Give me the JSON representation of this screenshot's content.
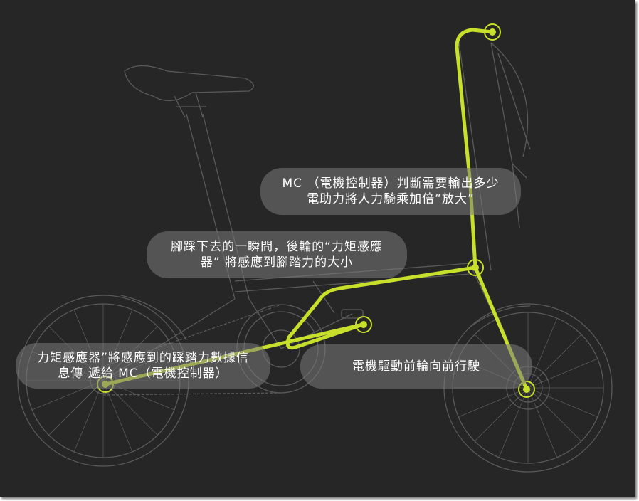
{
  "annotations": {
    "mc": {
      "line1": "MC （電機控制器）判斷需要輸出多少",
      "line2": "電助力將人力騎乘加倍“放大”"
    },
    "pedal": {
      "line1": "腳踩下去的一瞬間，後輪的“力矩感應",
      "line2": "器” 將感應到腳踏力的大小"
    },
    "sensor": {
      "line1": "力矩感應器”將感應到的踩踏力數據信",
      "line2": "息傳 遞給 MC（電機控制器）"
    },
    "motor": {
      "line1": "電機驅動前輪向前行駛"
    }
  },
  "colors": {
    "background": "#262626",
    "highlight": "#c8e02b",
    "bike_outline": "#5a5a5a",
    "bubble": "#7a7a7a"
  }
}
